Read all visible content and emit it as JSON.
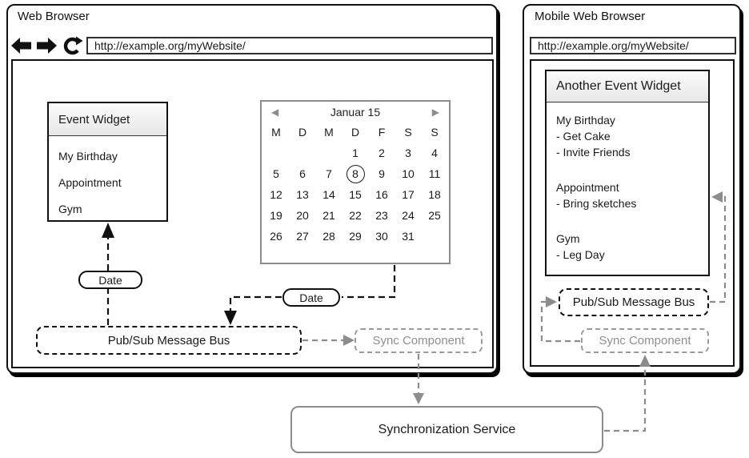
{
  "web_browser": {
    "title": "Web Browser",
    "url": "http://example.org/myWebsite/",
    "event_widget": {
      "title": "Event Widget",
      "items": [
        "My Birthday",
        "Appointment",
        "Gym"
      ]
    },
    "calendar": {
      "title": "Januar 15",
      "prev_icon": "◀",
      "next_icon": "▶",
      "weekdays": [
        "M",
        "D",
        "M",
        "D",
        "F",
        "S",
        "S"
      ],
      "weeks": [
        [
          "",
          "",
          "",
          "1",
          "2",
          "3",
          "4"
        ],
        [
          "5",
          "6",
          "7",
          "8",
          "9",
          "10",
          "11"
        ],
        [
          "12",
          "13",
          "14",
          "15",
          "16",
          "17",
          "18"
        ],
        [
          "19",
          "20",
          "21",
          "22",
          "23",
          "24",
          "25"
        ],
        [
          "26",
          "27",
          "28",
          "29",
          "30",
          "31",
          ""
        ]
      ],
      "selected_day": "8"
    },
    "date_label_widget": "Date",
    "date_label_calendar": "Date",
    "message_bus": "Pub/Sub Message Bus",
    "sync_component": "Sync Component"
  },
  "mobile_browser": {
    "title": "Mobile Web Browser",
    "url": "http://example.org/myWebsite/",
    "event_widget": {
      "title": "Another Event Widget",
      "entries": [
        {
          "title": "My Birthday",
          "details": [
            "- Get Cake",
            "- Invite Friends"
          ]
        },
        {
          "title": "Appointment",
          "details": [
            "- Bring sketches"
          ]
        },
        {
          "title": "Gym",
          "details": [
            "- Leg Day"
          ]
        }
      ]
    },
    "message_bus": "Pub/Sub Message Bus",
    "sync_component": "Sync Component"
  },
  "sync_service": {
    "label": "Synchronization Service"
  }
}
